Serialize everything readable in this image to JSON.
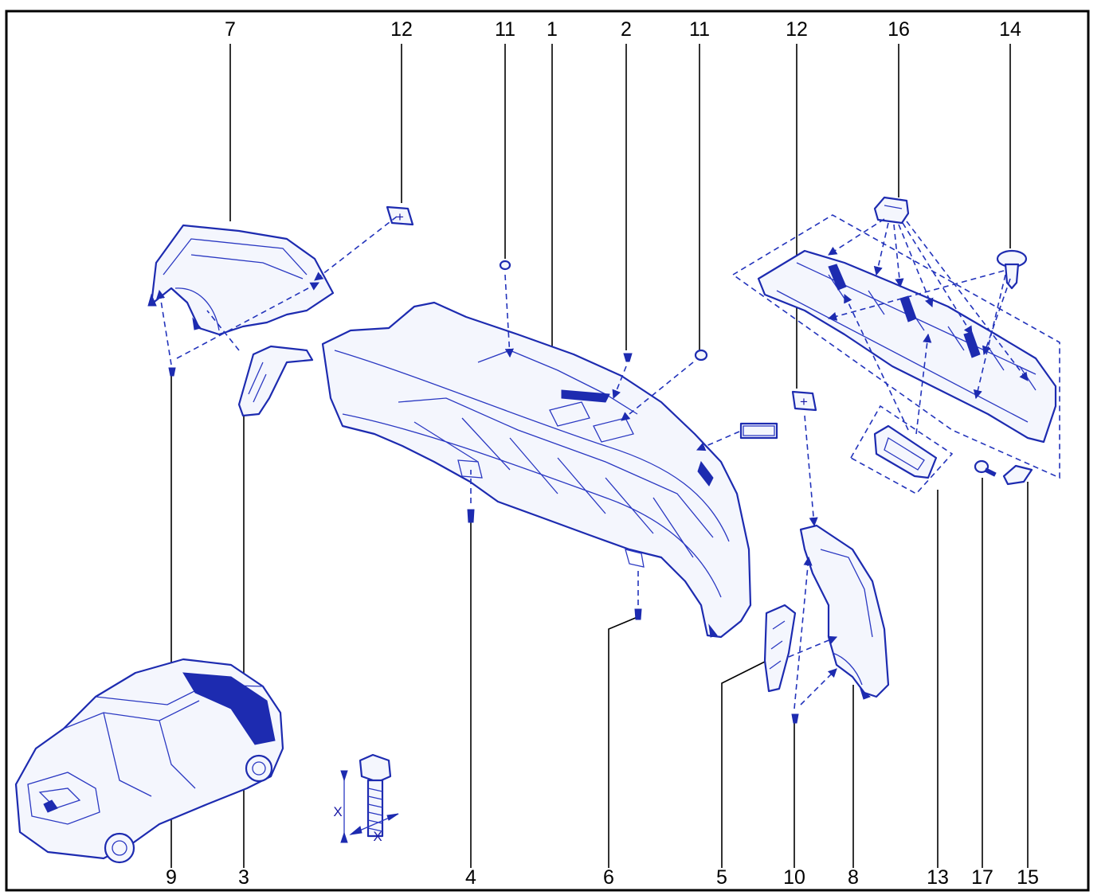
{
  "callouts_top": [
    "7",
    "12",
    "11",
    "1",
    "2",
    "11",
    "12",
    "16",
    "14"
  ],
  "callouts_bottom": [
    "9",
    "3",
    "4",
    "6",
    "5",
    "10",
    "8",
    "13",
    "17",
    "15"
  ],
  "bolt_dimension_label": "X",
  "bolt_dimension_label_2": "X",
  "colors": {
    "line_art": "#1d2bb0",
    "frame": "#000000",
    "background": "#ffffff"
  },
  "icons": [
    "car-overview-icon",
    "bolt-dimension-icon"
  ]
}
